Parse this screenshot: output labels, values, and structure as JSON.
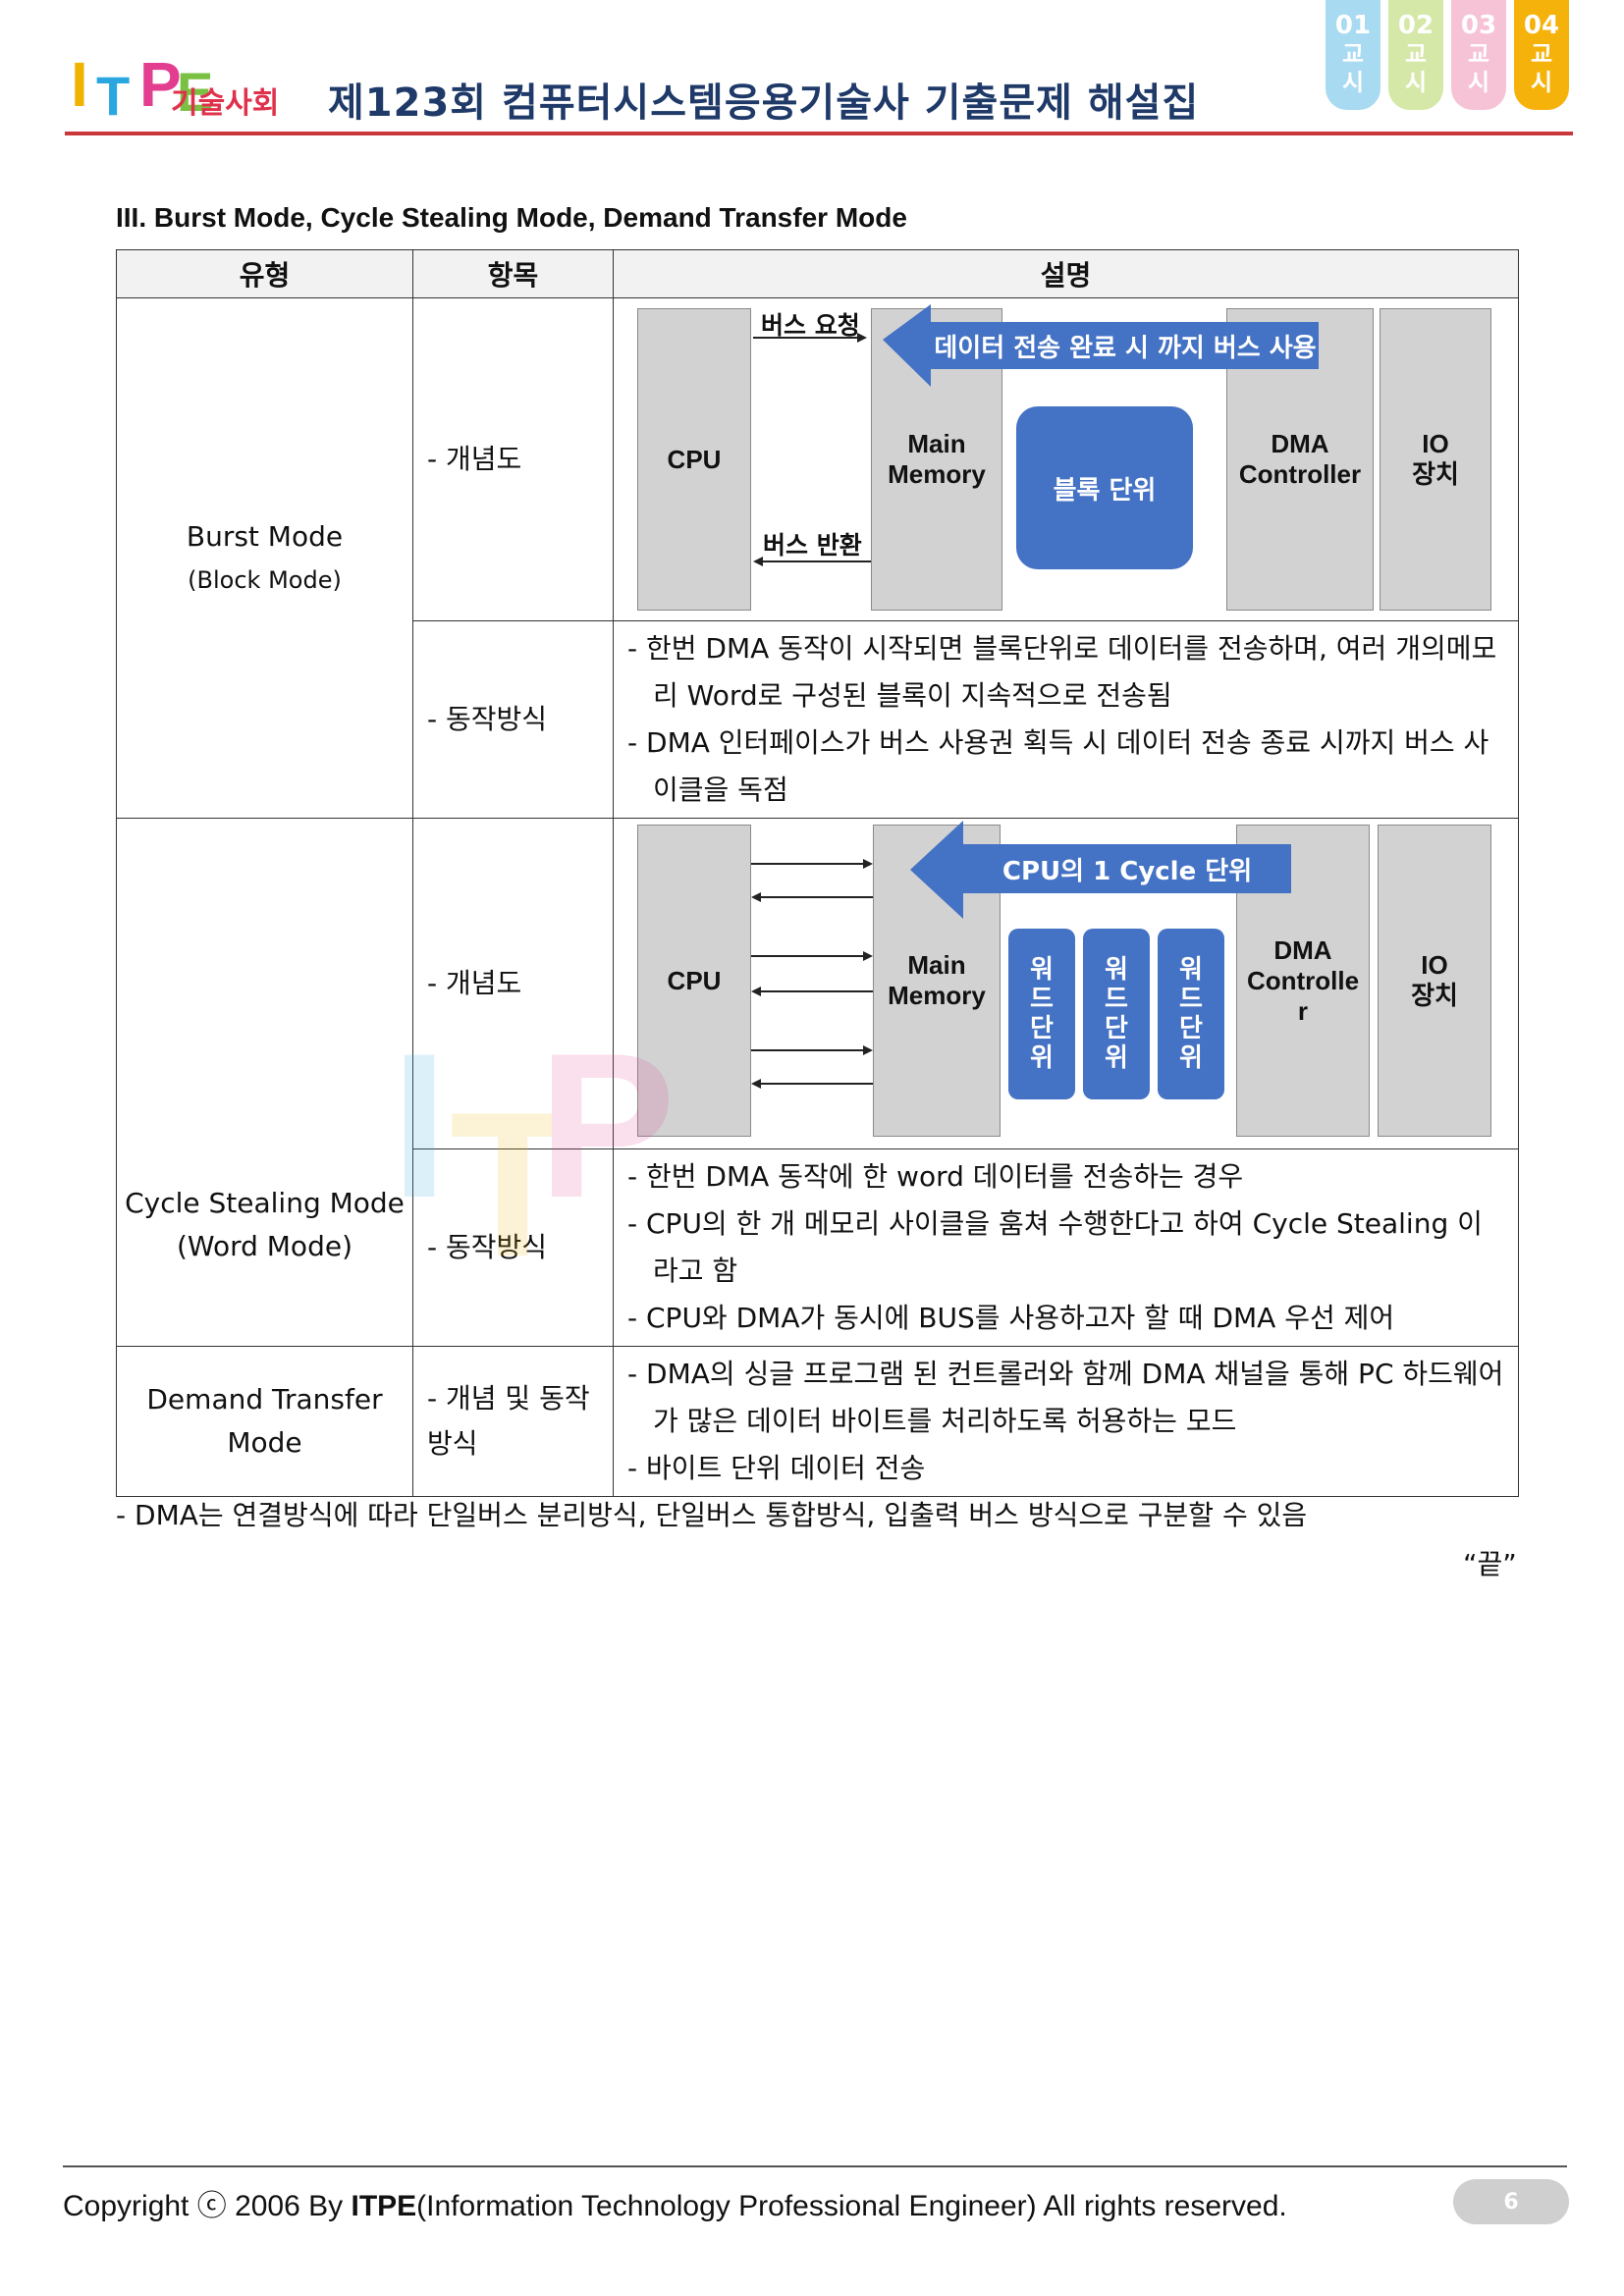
{
  "header": {
    "logo_letters": [
      "I",
      "T",
      "P",
      "E"
    ],
    "logo_text": "기술사회",
    "title": "제123회 컴퓨터시스템응용기술사 기출문제 해설집",
    "tabs": [
      {
        "num": "01",
        "c1": "교",
        "c2": "시",
        "color": "#a8daf2"
      },
      {
        "num": "02",
        "c1": "교",
        "c2": "시",
        "color": "#d6e8a8"
      },
      {
        "num": "03",
        "c1": "교",
        "c2": "시",
        "color": "#f6c3d6"
      },
      {
        "num": "04",
        "c1": "교",
        "c2": "시",
        "color": "#f5b20a"
      }
    ]
  },
  "section_title": "III. Burst Mode, Cycle Stealing Mode, Demand Transfer Mode",
  "table": {
    "headers": [
      "유형",
      "항목",
      "설명"
    ],
    "burst": {
      "type": "Burst Mode",
      "type_sub": "(Block Mode)",
      "item_diagram": "- 개념도",
      "item_operation": "- 동작방식",
      "diagram": {
        "cpu": "CPU",
        "memory": [
          "Main",
          "Memory"
        ],
        "dma": [
          "DMA",
          "Controller"
        ],
        "io": [
          "IO",
          "장치"
        ],
        "bus_request": "버스 요청",
        "bus_return": "버스 반환",
        "arrow_text": "데이터 전송 완료 시 까지 버스 사용",
        "block": "블록 단위"
      },
      "desc": [
        "- 한번 DMA 동작이 시작되면 블록단위로 데이터를 전송하며, 여러 개의메모리 Word로 구성된 블록이 지속적으로 전송됨",
        "- DMA 인터페이스가 버스 사용권 획득 시 데이터 전송 종료 시까지 버스 사이클을 독점"
      ]
    },
    "cycle": {
      "type": "Cycle Stealing Mode",
      "type_sub": "(Word Mode)",
      "item_diagram": "- 개념도",
      "item_operation": "- 동작방식",
      "diagram": {
        "cpu": "CPU",
        "memory": [
          "Main",
          "Memory"
        ],
        "dma": [
          "DMA",
          "Controlle",
          "r"
        ],
        "io": [
          "IO",
          "장치"
        ],
        "arrow_text": "CPU의 1 Cycle 단위",
        "word_unit": [
          "워",
          "드",
          "단",
          "위"
        ]
      },
      "desc": [
        "- 한번 DMA 동작에 한 word 데이터를 전송하는 경우",
        "- CPU의 한 개 메모리 사이클을 훔쳐 수행한다고 하여 Cycle Stealing 이라고 함",
        "- CPU와 DMA가 동시에 BUS를 사용하고자 할 때 DMA 우선 제어"
      ]
    },
    "demand": {
      "type": "Demand Transfer",
      "type_sub": "Mode",
      "item": "- 개념 및 동작방식",
      "desc": [
        "- DMA의 싱글 프로그램 된 컨트롤러와 함께 DMA 채널을 통해 PC 하드웨어가 많은 데이터 바이트를 처리하도록 허용하는 모드",
        "- 바이트 단위 데이터 전송"
      ]
    }
  },
  "note": "- DMA는 연결방식에 따라 단일버스 분리방식, 단일버스 통합방식, 입출력 버스 방식으로 구분할 수 있음",
  "end_mark": "“끝”",
  "footer": {
    "prefix": "Copyright ⓒ 2006 By ",
    "brand": "ITPE",
    "suffix": "(Information Technology Professional Engineer) All rights reserved.",
    "page": "6"
  }
}
